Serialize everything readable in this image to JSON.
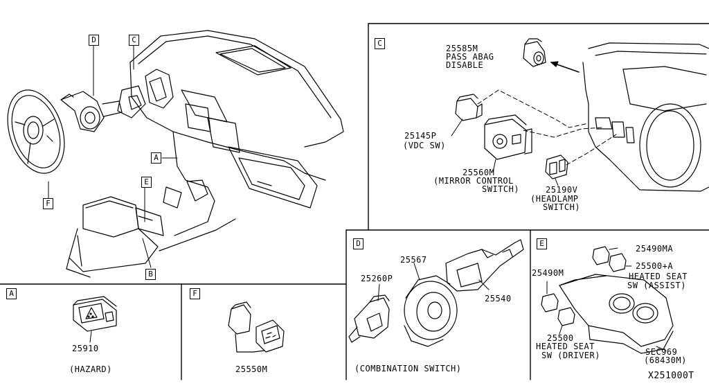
{
  "diagram_code": "X251000T",
  "callouts": {
    "A": "A",
    "B": "B",
    "C": "C",
    "D": "D",
    "E": "E",
    "F": "F"
  },
  "sections": {
    "C": {
      "letter": "C",
      "parts": [
        {
          "number": "25585M",
          "desc": [
            "PASS ABAG",
            "DISABLE"
          ]
        },
        {
          "number": "25145P",
          "desc": [
            "(VDC SW)"
          ]
        },
        {
          "number": "25560M",
          "desc": [
            "(MIRROR CONTROL",
            "SWITCH)"
          ]
        },
        {
          "number": "25190V",
          "desc": [
            "(HEADLAMP",
            "SWITCH)"
          ]
        }
      ]
    },
    "A": {
      "letter": "A",
      "parts": [
        {
          "number": "25910"
        }
      ],
      "caption": "(HAZARD)"
    },
    "F": {
      "letter": "F",
      "parts": [
        {
          "number": "25550M"
        }
      ]
    },
    "D": {
      "letter": "D",
      "parts": [
        {
          "number": "25260P"
        },
        {
          "number": "25567"
        },
        {
          "number": "25540"
        }
      ],
      "caption": "(COMBINATION SWITCH)"
    },
    "E": {
      "letter": "E",
      "parts": [
        {
          "number": "25490MA"
        },
        {
          "number": "25500+A",
          "desc": [
            "HEATED SEAT",
            "SW (ASSIST)"
          ]
        },
        {
          "number": "25490M"
        },
        {
          "number": "25500",
          "desc": [
            "HEATED SEAT",
            "SW (DRIVER)"
          ]
        },
        {
          "number": "SEC969",
          "desc": [
            "(68430M)"
          ]
        }
      ]
    }
  }
}
